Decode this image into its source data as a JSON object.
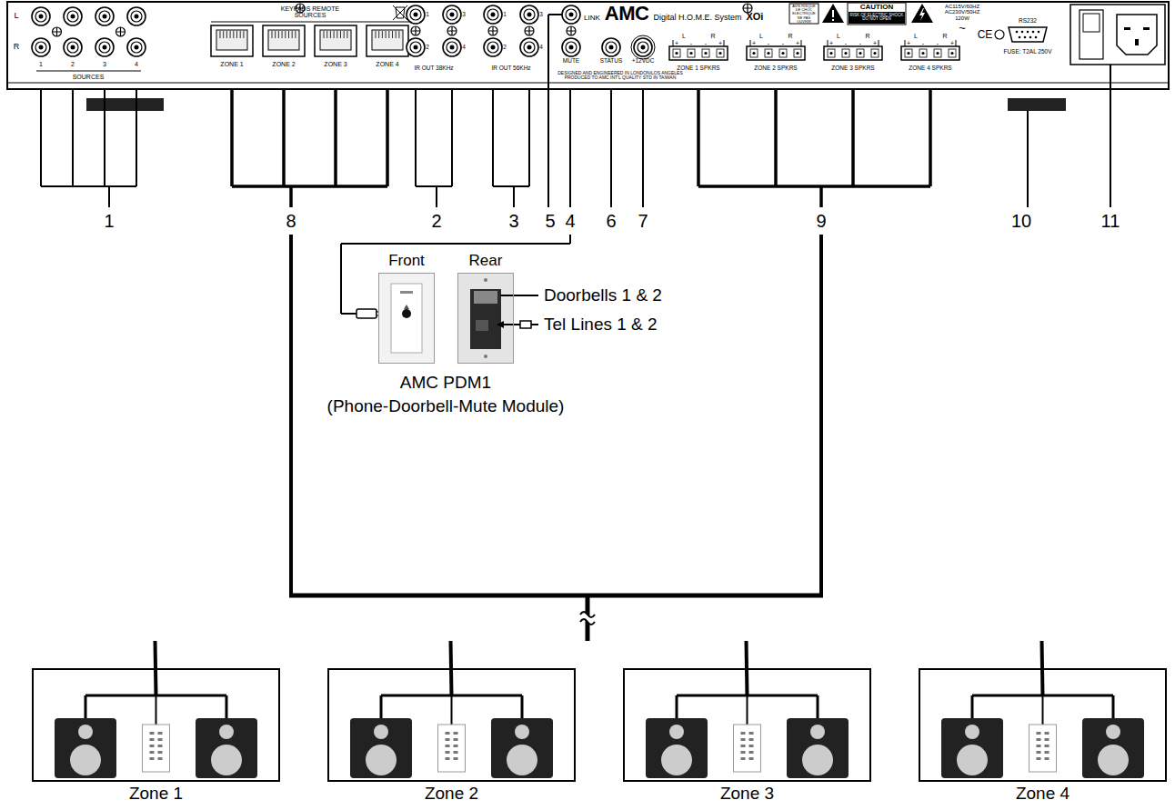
{
  "diagram": {
    "nodes": [
      {
        "text": [
          "Front"
        ]
      },
      {
        "text": [
          "Rear"
        ]
      },
      {
        "text": [
          "Zone 1"
        ]
      },
      {
        "text": [
          "Zone 2"
        ]
      },
      {
        "text": [
          "Zone 3"
        ]
      },
      {
        "text": [
          "Zone 4"
        ]
      }
    ],
    "labels": [
      "L",
      "R",
      "1",
      "2",
      "3",
      "4",
      "SOURCES",
      "KEYPADS REMOTE SOURCES",
      "ZONE 1",
      "ZONE 2",
      "ZONE 3",
      "ZONE 4",
      "1",
      "3",
      "2",
      "4",
      "IR OUT 38KHz",
      "1",
      "3",
      "2",
      "4",
      "IR OUT 56KHz",
      "LINK",
      "AMC",
      "Digital H.O.M.E. System",
      "XOi",
      "AVIS RISQUE DE CHOC ELECTRIQUE NE PAS OUVRIR",
      "CAUTION",
      "RISK OF ELECTRIC SHOCK DO NOT OPEN",
      "AC115V/60HZ AC230V/50HZ 120W",
      "~",
      "MUTE",
      "STATUS",
      "+12VDC",
      "DESIGNED AND ENGINEERED IN LONDON/LOS ANGELES PRODUCED TO AMC INT'L QUALITY STD IN TAIWAN",
      "L",
      "R",
      "+",
      "-",
      "-",
      "+",
      "ZONE 1 SPKRS",
      "L",
      "R",
      "+",
      "-",
      "-",
      "+",
      "ZONE 2 SPKRS",
      "L",
      "R",
      "+",
      "-",
      "-",
      "+",
      "ZONE 3 SPKRS",
      "L",
      "R",
      "+",
      "-",
      "-",
      "+",
      "ZONE 4 SPKRS",
      "RS232",
      "CE",
      "FUSE: T2AL 250V",
      "1",
      "8",
      "2",
      "3",
      "5",
      "4",
      "6",
      "7",
      "9",
      "10",
      "11",
      "Doorbells 1 & 2",
      "Tel Lines 1 & 2",
      "AMC PDM1",
      "(Phone-Doorbell-Mute Module)"
    ]
  }
}
